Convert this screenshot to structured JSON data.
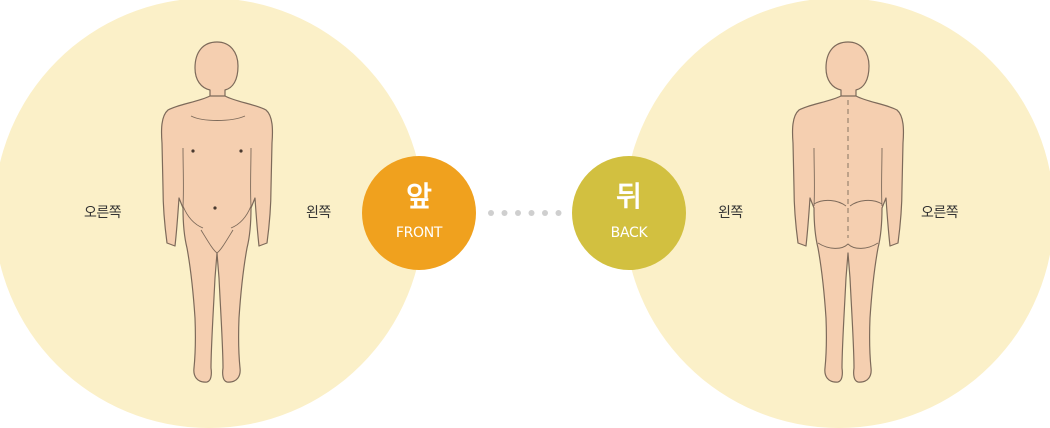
{
  "colors": {
    "circle_bg": "#fbf0c8",
    "skin": "#f5cfb0",
    "outline": "#7d6a5a",
    "front_accent": "#f0a11e",
    "back_accent": "#d2c040",
    "dots": "#cfcfcf"
  },
  "front": {
    "label_right_side": "오른쪽",
    "label_left_side": "왼쪽",
    "badge_main": "앞",
    "badge_sub": "FRONT"
  },
  "back": {
    "label_left_side": "왼쪽",
    "label_right_side": "오른쪽",
    "badge_main": "뒤",
    "badge_sub": "BACK"
  },
  "dots_count": 6
}
